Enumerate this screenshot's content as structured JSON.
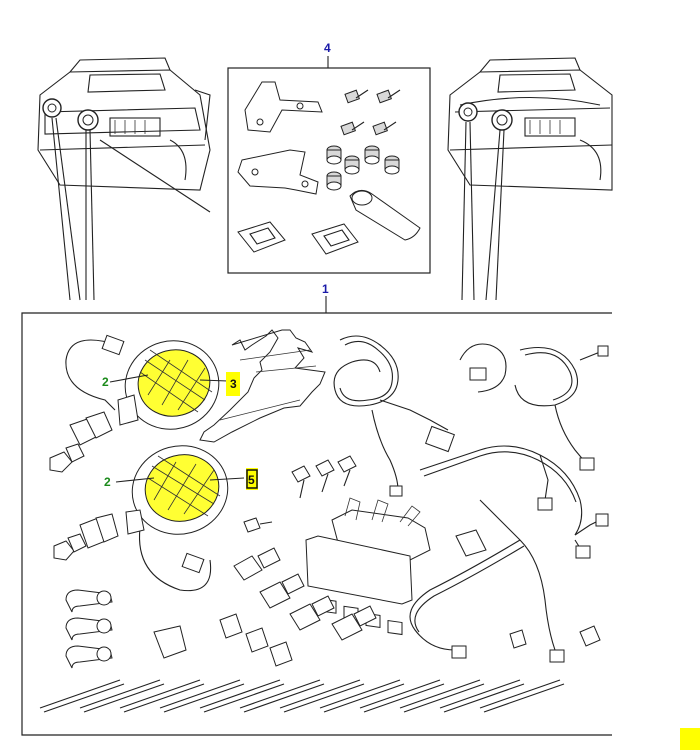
{
  "callouts": {
    "kit": "1",
    "lamp_top": "2",
    "lamp_bottom": "2",
    "bracket": "3",
    "screw_kit": "4",
    "screw_mark": "5"
  },
  "colors": {
    "highlight": "#ffff00",
    "callout_blue": "#1a1aa8",
    "callout_green": "#1a8a1a"
  }
}
